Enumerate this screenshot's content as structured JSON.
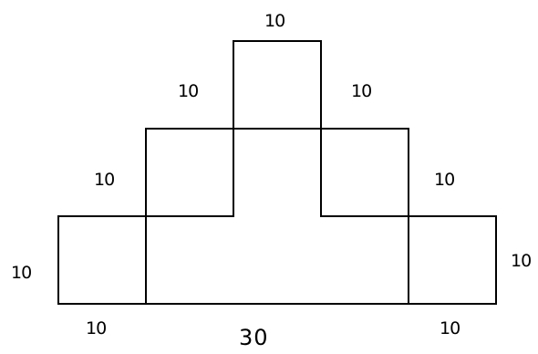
{
  "diagram": {
    "labels": {
      "top": "10",
      "upper_left": "10",
      "upper_right": "10",
      "middle_left": "10",
      "middle_right": "10",
      "outer_left": "10",
      "outer_right": "10",
      "bottom_left": "10",
      "bottom_right": "10",
      "bottom_total": "30"
    },
    "line_color": "#000000",
    "background_color": "#ffffff"
  }
}
